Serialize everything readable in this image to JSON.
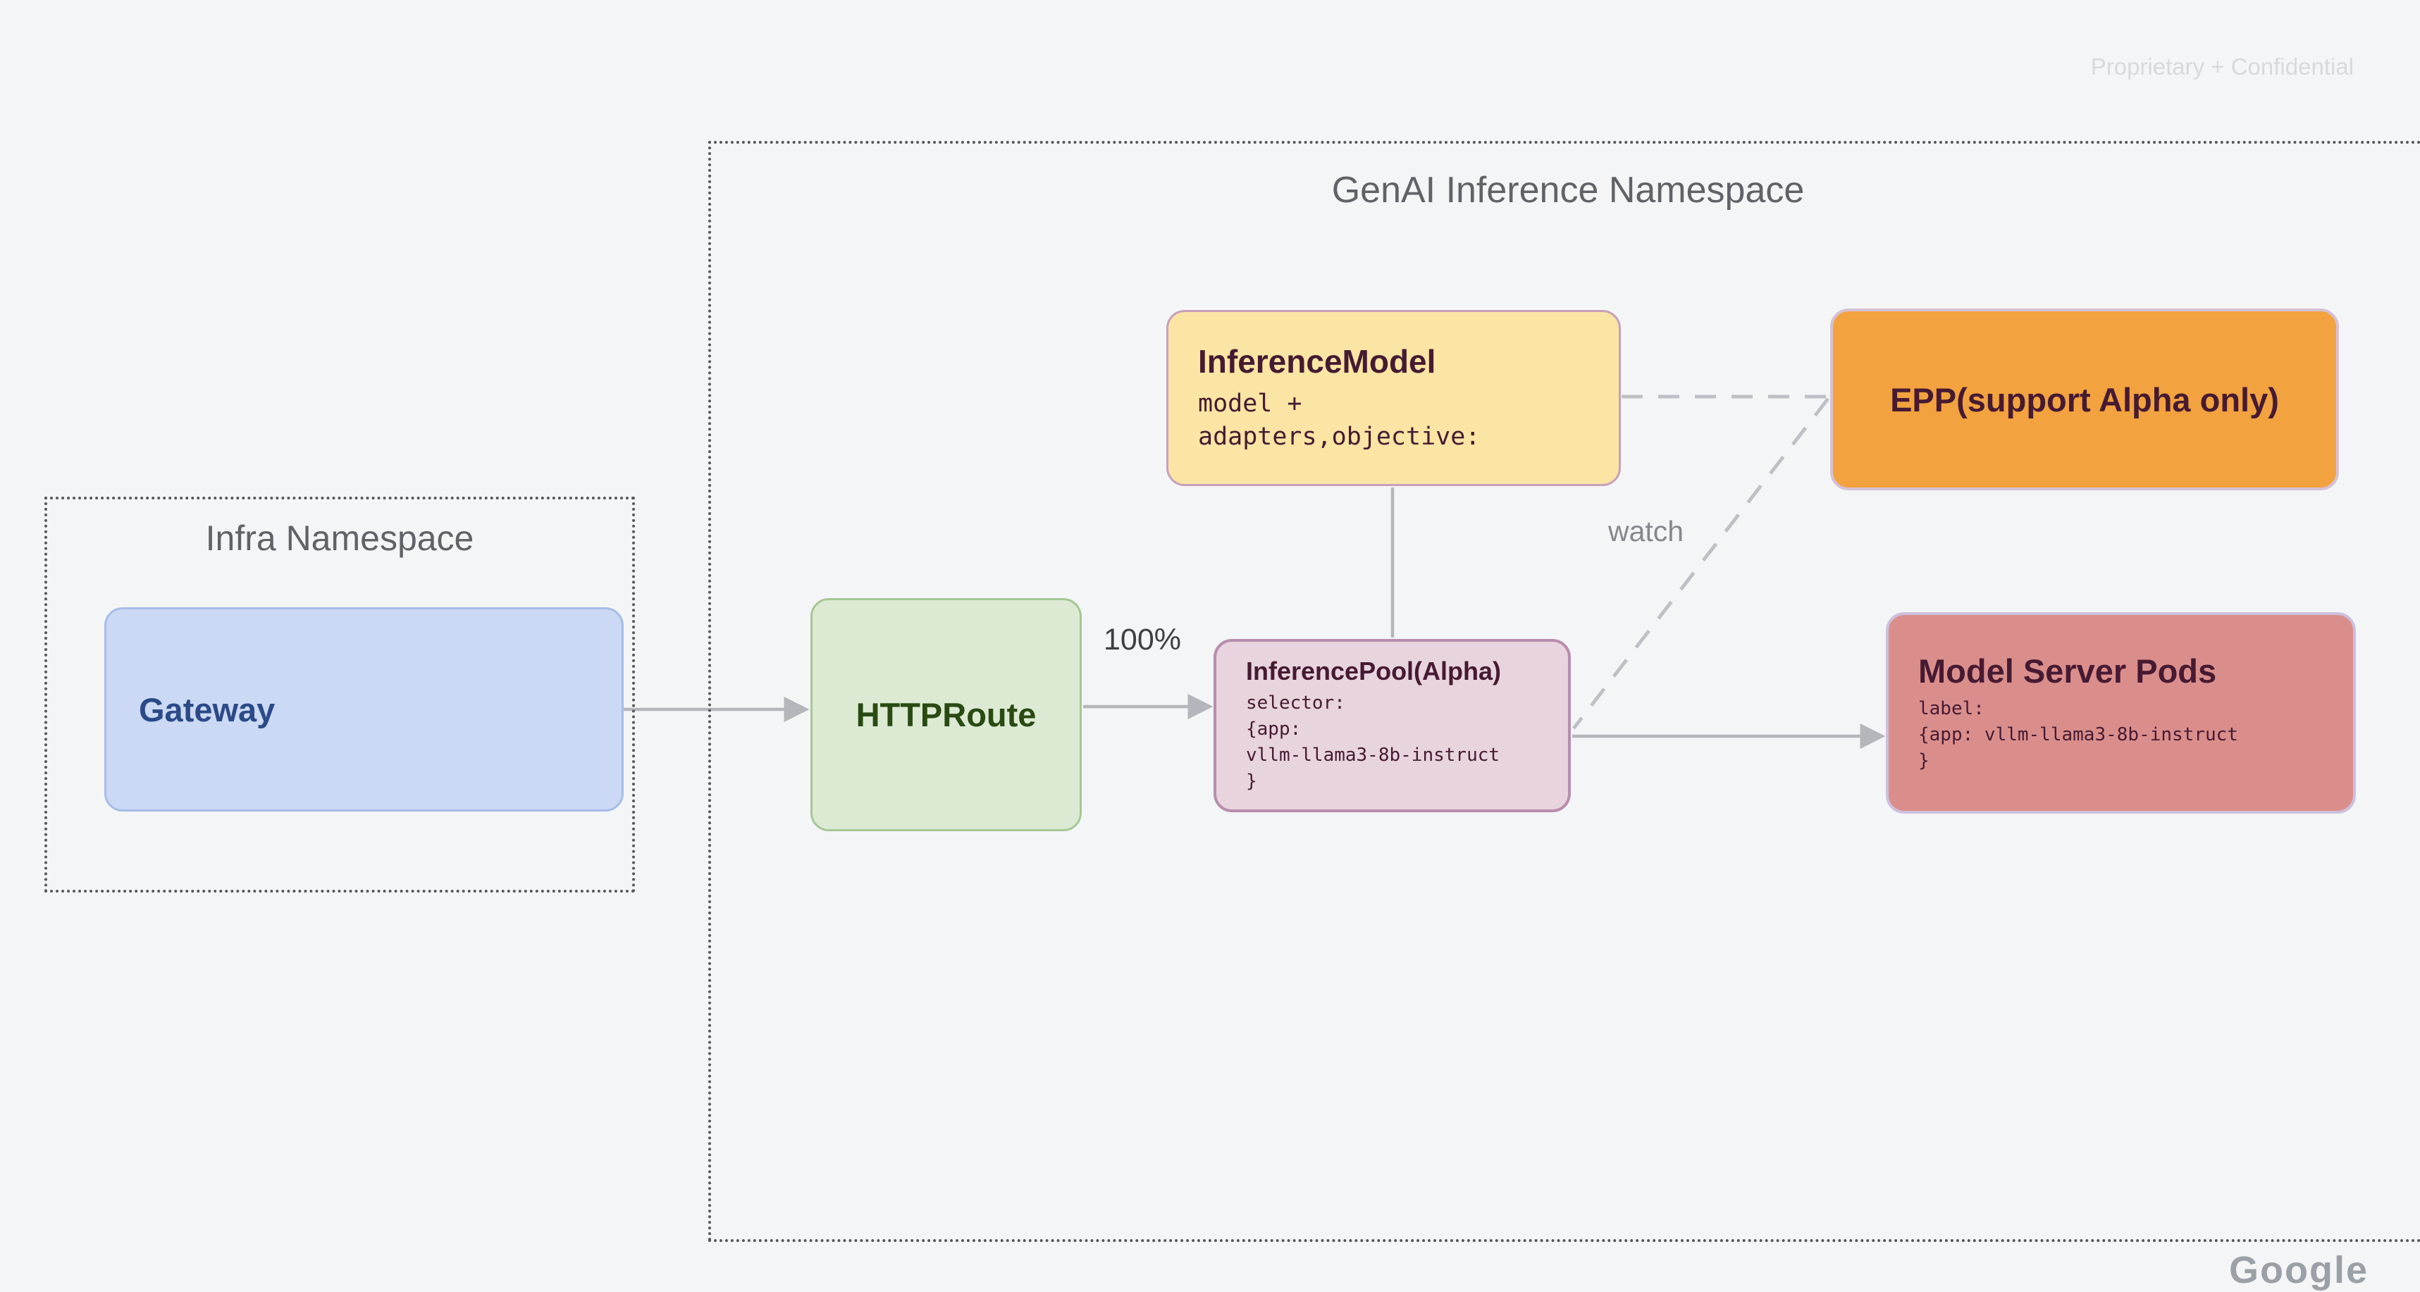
{
  "page": {
    "confidential": "Proprietary + Confidential",
    "watermark_partial": "Google"
  },
  "infra_namespace": {
    "title": "Infra Namespace",
    "gateway": {
      "label": "Gateway"
    }
  },
  "genai_namespace": {
    "title": "GenAI Inference Namespace",
    "httproute": {
      "label": "HTTPRoute"
    },
    "inference_model": {
      "title": "InferenceModel",
      "body_lines": [
        "model +",
        "adapters,objective:"
      ]
    },
    "epp": {
      "label": "EPP(support Alpha only)"
    },
    "inference_pool": {
      "title": "InferencePool(Alpha)",
      "body_lines": [
        "selector:",
        "{app:",
        "vllm-llama3-8b-instruct",
        "}"
      ]
    },
    "model_server_pods": {
      "title": "Model Server Pods",
      "body_lines": [
        "label:",
        "{app: vllm-llama3-8b-instruct",
        "}"
      ]
    }
  },
  "edges": [
    {
      "from": "gateway",
      "to": "httproute",
      "style": "solid-arrow",
      "label": ""
    },
    {
      "from": "httproute",
      "to": "inference-pool",
      "style": "solid-arrow",
      "label": "100%"
    },
    {
      "from": "inference-model",
      "to": "inference-pool",
      "style": "solid-line",
      "label": ""
    },
    {
      "from": "inference-model",
      "to": "epp",
      "style": "dashed",
      "label": ""
    },
    {
      "from": "epp",
      "to": "inference-pool",
      "style": "dashed",
      "label": "watch"
    },
    {
      "from": "inference-pool",
      "to": "model-server-pods",
      "style": "solid-arrow",
      "label": ""
    }
  ],
  "edge_labels": {
    "route_weight": "100%",
    "watch": "watch"
  },
  "colors": {
    "bg": "#f4f5f7",
    "confidential": "#d7d9dc",
    "ns-title": "#5f6368",
    "dot-border": "#55585b",
    "line": "#b3b6ba",
    "dash": "#bdc1c6",
    "dark-maroon": "#461a32",
    "gateway-fill": "#ccd9f4",
    "gateway-border": "#a6bde8",
    "gateway-text": "#2b4a87",
    "httproute-fill": "#dcead3",
    "httproute-border": "#a6c795",
    "httproute-text": "#294a12",
    "model-fill": "#fae5a4",
    "model-border": "#c79fba",
    "epp-fill": "#f2a23e",
    "epp-border": "#d5c1d5",
    "pool-fill": "#e7d4de",
    "pool-border": "#b88dac",
    "pods-fill": "#da8e8c",
    "pods-border": "#cdc0dc"
  }
}
